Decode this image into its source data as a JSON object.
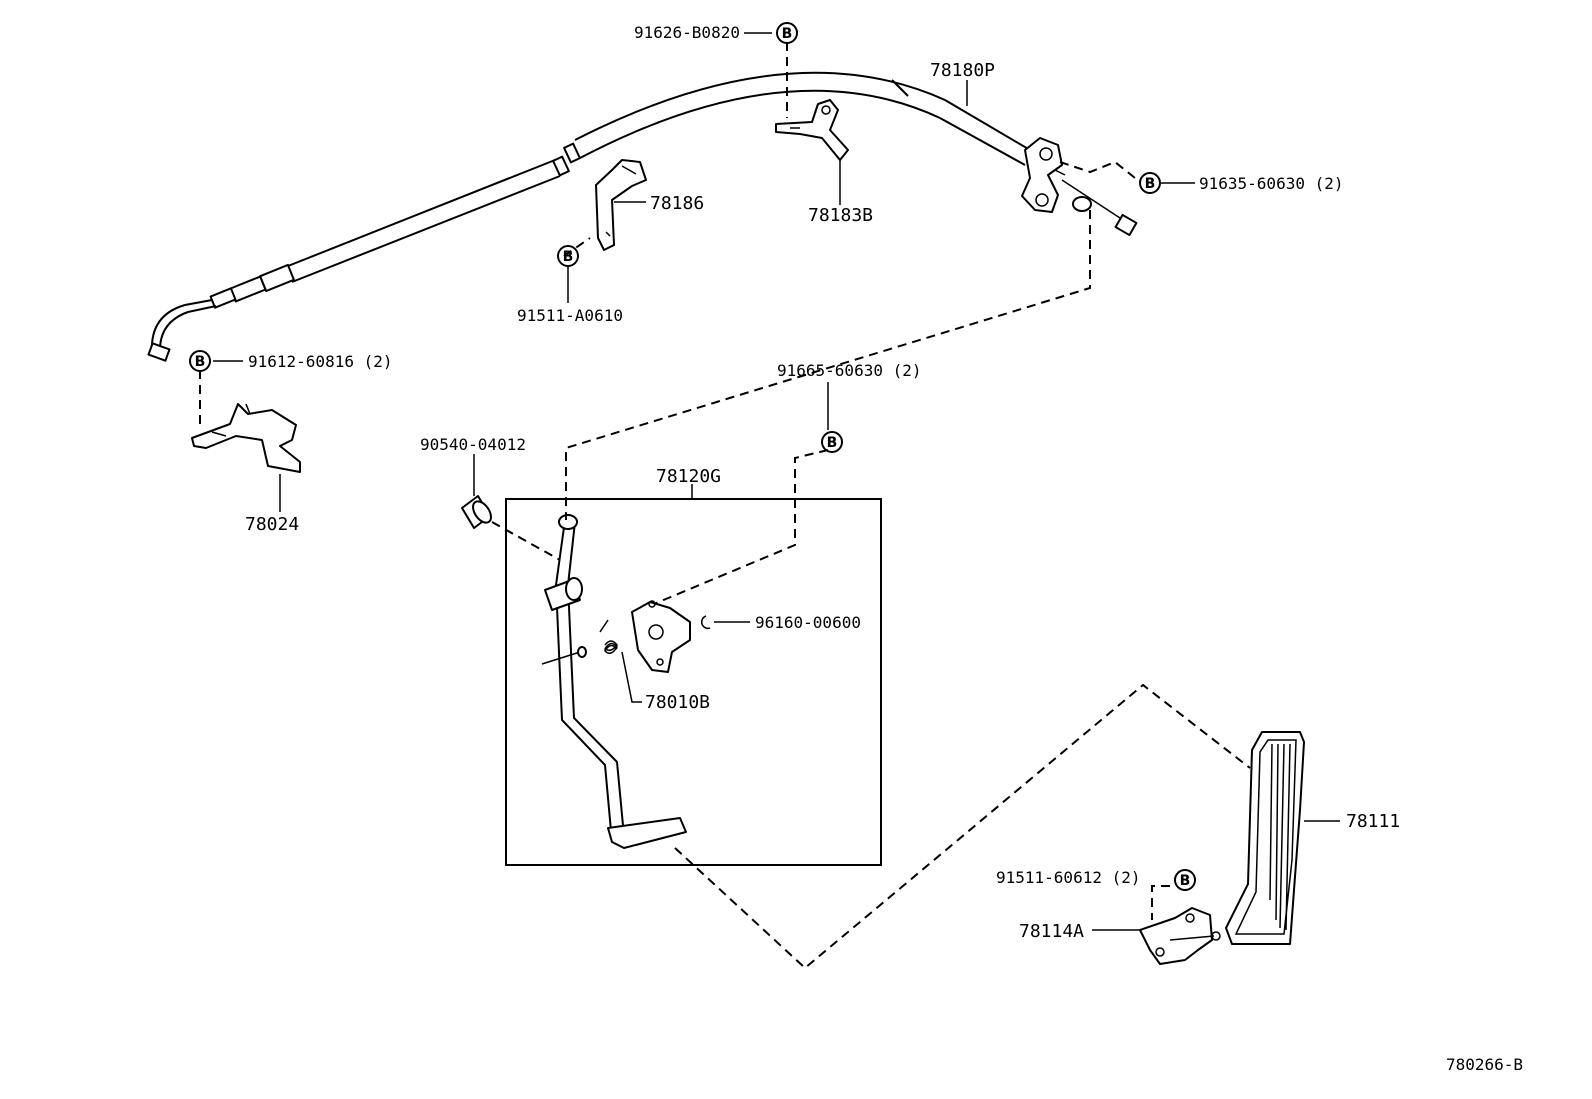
{
  "diagram_id": "780266-B",
  "fastener_mark": "B",
  "parts": {
    "p78180P": "78180P",
    "p78186": "78186",
    "p78183B": "78183B",
    "p78024": "78024",
    "p78120G": "78120G",
    "p78010B": "78010B",
    "p78111": "78111",
    "p78114A": "78114A",
    "p90540": "90540-04012",
    "p91626": "91626-B0820",
    "p91635": "91635-60630 (2)",
    "p91511a": "91511-A0610",
    "p91612": "91612-60816 (2)",
    "p91665": "91665-60630 (2)",
    "p96160": "96160-00600",
    "p91511b": "91511-60612 (2)"
  }
}
